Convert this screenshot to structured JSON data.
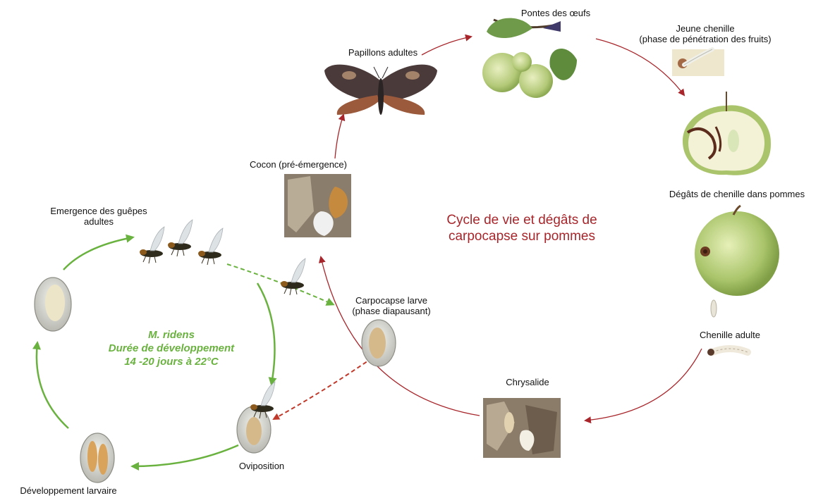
{
  "title": {
    "line1": "Cycle de vie et dégâts de",
    "line2": "carpocapse sur pommes"
  },
  "wasp_info": {
    "name": "M. ridens",
    "line2": "Durée de développement",
    "line3": "14 -20 jours à 22°C"
  },
  "stages": {
    "papillons": "Papillons adultes",
    "pontes": "Pontes des œufs",
    "jeune_chenille_1": "Jeune chenille",
    "jeune_chenille_2": "(phase de pénétration des fruits)",
    "degats": "Dégâts de chenille dans pommes",
    "chenille_adulte": "Chenille adulte",
    "chrysalide": "Chrysalide",
    "cocon": "Cocon (pré-émergence)",
    "larve_1": "Carpocapse larve",
    "larve_2": "(phase diapausant)",
    "emergence_1": "Emergence des guêpes",
    "emergence_2": "adultes",
    "oviposition": "Oviposition",
    "developpement": "Développement larvaire"
  },
  "colors": {
    "moth_cycle": "#a8262b",
    "wasp_cycle": "#6ab23f",
    "title": "#a8262b",
    "wasp_text": "#6ab23f"
  }
}
